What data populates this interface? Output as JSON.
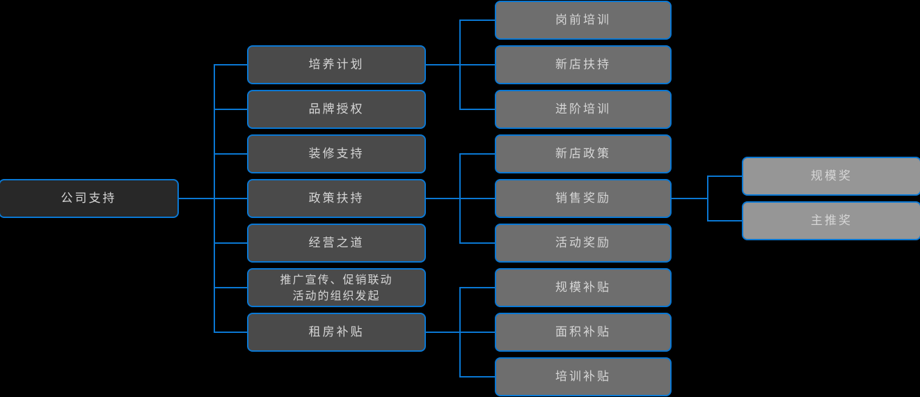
{
  "diagram": {
    "title": "公司支持",
    "type": "org-tree",
    "background_color": "#000000",
    "edge_color": "#0a78d4",
    "text_color": "#d6d6d6",
    "level_colors": {
      "root": "#282828",
      "level1": "#4a4a4a",
      "level2": "#6e6e6e",
      "level3": "#969696"
    },
    "root": {
      "label": "公司支持"
    },
    "level1": [
      {
        "label": "培养计划"
      },
      {
        "label": "品牌授权"
      },
      {
        "label": "装修支持"
      },
      {
        "label": "政策扶持"
      },
      {
        "label": "经营之道"
      },
      {
        "label": "推广宣传、促销联动\n活动的组织发起"
      },
      {
        "label": "租房补贴"
      }
    ],
    "level2": [
      {
        "label": "岗前培训"
      },
      {
        "label": "新店扶持"
      },
      {
        "label": "进阶培训"
      },
      {
        "label": "新店政策"
      },
      {
        "label": "销售奖励"
      },
      {
        "label": "活动奖励"
      },
      {
        "label": "规模补贴"
      },
      {
        "label": "面积补贴"
      },
      {
        "label": "培训补贴"
      }
    ],
    "level3": [
      {
        "label": "规模奖"
      },
      {
        "label": "主推奖"
      }
    ]
  }
}
